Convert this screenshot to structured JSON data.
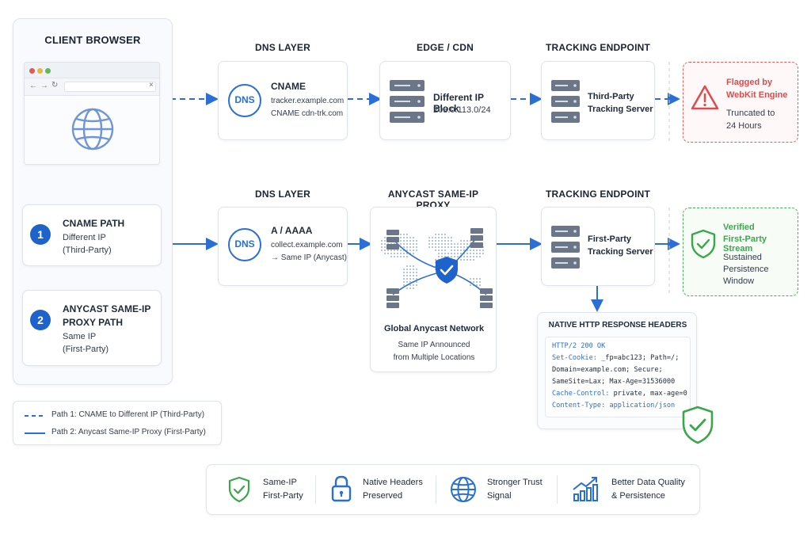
{
  "colors": {
    "accent": "#2a6fd6",
    "danger": "#e04a4a",
    "success": "#3aa84a",
    "text": "#1f2a3a"
  },
  "client": {
    "title": "CLIENT BROWSER",
    "path1": {
      "number": "1",
      "title": "CNAME PATH",
      "line1": "Different IP",
      "line2": "(Third-Party)"
    },
    "path2": {
      "number": "2",
      "title": "ANYCAST SAME-IP",
      "title2": "PROXY PATH",
      "line1": "Same IP",
      "line2": "(First-Party)"
    },
    "close_glyph": "×"
  },
  "legend": {
    "item1": "Path 1: CNAME to Different IP (Third-Party)",
    "item2": "Path 2: Anycast Same-IP Proxy (First-Party)"
  },
  "row1": {
    "dns_head": "DNS LAYER",
    "dns_icon_text": "DNS",
    "dns_title": "CNAME",
    "dns_line1": "tracker.example.com",
    "dns_line2": "CNAME cdn-trk.com",
    "edge_head": "EDGE / CDN",
    "edge_title": "Different IP Block",
    "edge_line": "203.0.113.0/24",
    "track_head": "TRACKING ENDPOINT",
    "track_line1": "Third-Party",
    "track_line2": "Tracking Server",
    "result_line1": "Flagged by",
    "result_line2": "WebKit Engine",
    "result_line3": "Truncated to",
    "result_line4": "24 Hours"
  },
  "row2": {
    "dns_head": "DNS LAYER",
    "dns_icon_text": "DNS",
    "dns_title": "A / AAAA",
    "dns_line1": "collect.example.com",
    "dns_line2": "→ Same IP (Anycast)",
    "proxy_head": "ANYCAST SAME-IP PROXY",
    "proxy_title": "Global Anycast Network",
    "proxy_line1": "Same IP Announced",
    "proxy_line2": "from Multiple Locations",
    "track_head": "TRACKING ENDPOINT",
    "track_line1": "First-Party",
    "track_line2": "Tracking Server",
    "result_line1": "Verified",
    "result_line2": "First-Party Stream",
    "result_line3": "Sustained",
    "result_line4": "Persistence",
    "result_line5": "Window"
  },
  "headers": {
    "title": "NATIVE HTTP RESPONSE HEADERS",
    "status": "HTTP/2 200 OK",
    "cookie_key": "Set-Cookie:",
    "cookie_val": " _fp=abc123; Path=/;",
    "cookie_l2": "Domain=example.com; Secure;",
    "cookie_l3": "SameSite=Lax; Max-Age=31536000",
    "cache_key": "Cache-Control:",
    "cache_val": " private, max-age=0",
    "ctype_key": "Content-Type:",
    "ctype_val": " application/json"
  },
  "benefits": [
    {
      "icon": "shield-check-icon",
      "line1": "Same-IP",
      "line2": "First-Party"
    },
    {
      "icon": "lock-icon",
      "line1": "Native Headers",
      "line2": "Preserved"
    },
    {
      "icon": "globe-icon",
      "line1": "Stronger Trust",
      "line2": "Signal"
    },
    {
      "icon": "chart-growth-icon",
      "line1": "Better Data Quality",
      "line2": "& Persistence"
    }
  ]
}
